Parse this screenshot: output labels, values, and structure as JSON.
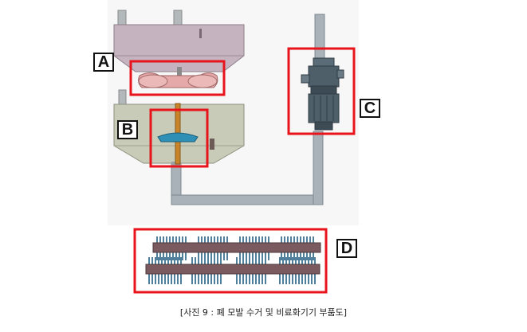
{
  "caption": "[사진 9 : 폐 모발 수거 및 비료화기기 부품도]",
  "callouts": [
    {
      "id": "A",
      "label": "A"
    },
    {
      "id": "B",
      "label": "B"
    },
    {
      "id": "C",
      "label": "C"
    },
    {
      "id": "D",
      "label": "D"
    }
  ],
  "colors": {
    "highlight": "#e8141c",
    "upper_tank": "#c5b3bf",
    "lower_tank": "#c7cbb8",
    "pipe": "#a9b2b8",
    "motor": "#5a6c78",
    "shaft": "#c8842a",
    "impeller": "#2f8fb5",
    "blade_bar": "#7a5a5e",
    "blade_teeth": "#4f7f9a"
  }
}
